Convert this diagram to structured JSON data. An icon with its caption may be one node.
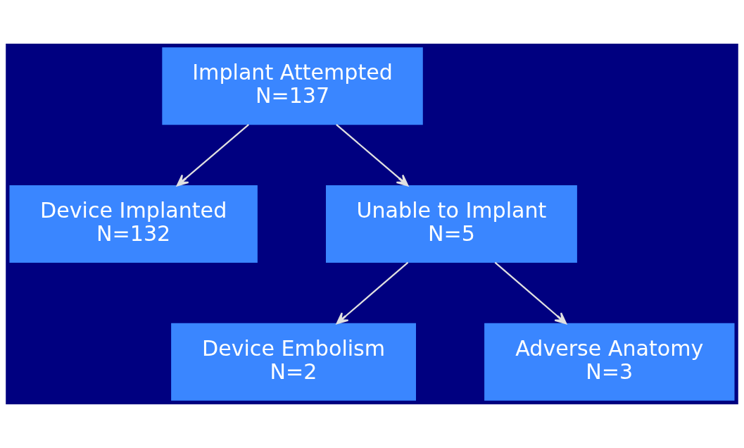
{
  "diagram": {
    "nodes": [
      {
        "text": [
          "Implant Attempted",
          "N=137"
        ]
      },
      {
        "text": [
          "Device Implanted",
          "N=132"
        ]
      },
      {
        "text": [
          "Unable to Implant",
          "N=5"
        ]
      },
      {
        "text": [
          "Device Embolism",
          "N=2"
        ]
      },
      {
        "text": [
          "Adverse Anatomy",
          "N=3"
        ]
      }
    ],
    "edges": [
      {
        "from": 0,
        "to": 1,
        "arrow": "to"
      },
      {
        "from": 0,
        "to": 2,
        "arrow": "to"
      },
      {
        "from": 2,
        "to": 3,
        "arrow": "to"
      },
      {
        "from": 2,
        "to": 4,
        "arrow": "to"
      }
    ]
  }
}
